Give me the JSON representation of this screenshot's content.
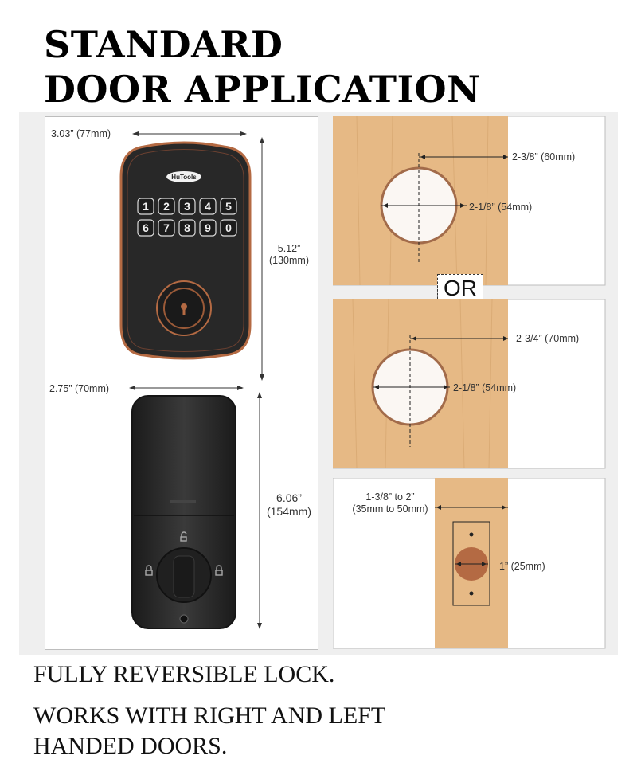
{
  "title": {
    "line1": "STANDARD",
    "line2": "DOOR APPLICATION"
  },
  "exterior": {
    "width_label": "3.03” (77mm)",
    "height_label_1": "5.12”",
    "height_label_2": "(130mm)",
    "brand": "HuTools",
    "keys": [
      "1",
      "2",
      "3",
      "4",
      "5",
      "6",
      "7",
      "8",
      "9",
      "0"
    ]
  },
  "interior": {
    "width_label": "2.75” (70mm)",
    "height_label_1": "6.06”",
    "height_label_2": "(154mm)"
  },
  "hole1": {
    "backset": "2-3/8” (60mm)",
    "diameter": "2-1/8” (54mm)"
  },
  "or_label": "OR",
  "hole2": {
    "backset": "2-3/4” (70mm)",
    "diameter": "2-1/8” (54mm)"
  },
  "edge": {
    "thickness_1": "1-3/8” to 2”",
    "thickness_2": "(35mm to 50mm)",
    "bolt_hole": "1” (25mm)"
  },
  "footer": {
    "line1": "FULLY REVERSIBLE LOCK.",
    "line2": "WORKS WITH RIGHT AND LEFT",
    "line3": "HANDED DOORS."
  },
  "colors": {
    "wood": "#e6b985",
    "bronze": "#b46a43",
    "lock_body": "#2a2a2a",
    "panel_border": "#bdbdbd"
  }
}
